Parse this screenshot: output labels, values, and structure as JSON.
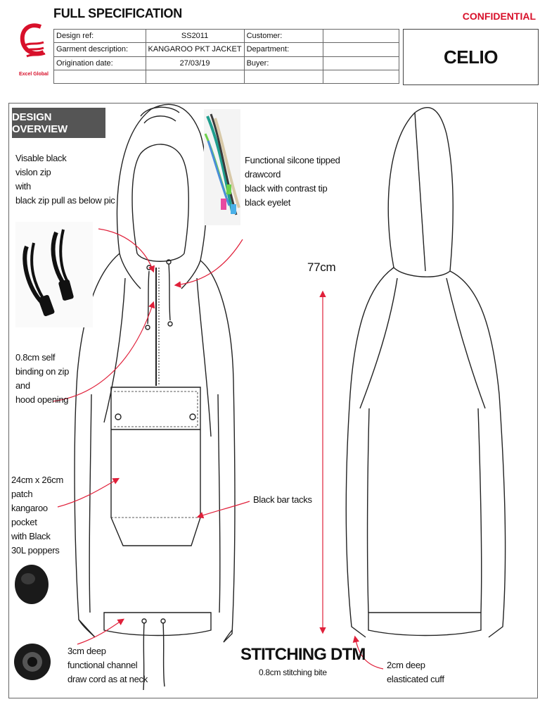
{
  "header": {
    "title": "FULL SPECIFICATION",
    "confidential": "CONFIDENTIAL",
    "logo_text": "Excel Global",
    "brand": "CELIO"
  },
  "spec_table": {
    "rows": [
      {
        "label": "Design ref:",
        "value": "SS2011",
        "label2": "Customer:",
        "value2": ""
      },
      {
        "label": "Garment description:",
        "value": "KANGAROO PKT JACKET",
        "label2": "Department:",
        "value2": ""
      },
      {
        "label": "Origination date:",
        "value": "27/03/19",
        "label2": "Buyer:",
        "value2": ""
      },
      {
        "label": "",
        "value": "",
        "label2": "",
        "value2": ""
      }
    ]
  },
  "overview": {
    "badge": "DESIGN OVERVIEW",
    "notes": {
      "zip": [
        "Visable black",
        "vislon zip",
        "with",
        "black zip pull as below pic"
      ],
      "drawcord": [
        "Functional silcone tipped drawcord",
        "black with contrast tip",
        "black eyelet"
      ],
      "binding": [
        "0.8cm self",
        "binding on zip and",
        "hood opening"
      ],
      "pocket": [
        "24cm x 26cm",
        "patch kangaroo",
        "pocket",
        "with Black",
        "30L poppers"
      ],
      "bartacks": "Black bar tacks",
      "channel": [
        "3cm deep",
        "functional channel",
        "draw cord as at neck"
      ],
      "length": "77cm",
      "stitching_title": "STITCHING DTM",
      "stitching_sub": "0.8cm stitching bite",
      "cuff": [
        "2cm deep",
        "elasticated cuff"
      ]
    }
  },
  "colors": {
    "accent_red": "#d8102a",
    "badge_gray": "#555555",
    "arrow_red": "#e0203a"
  }
}
